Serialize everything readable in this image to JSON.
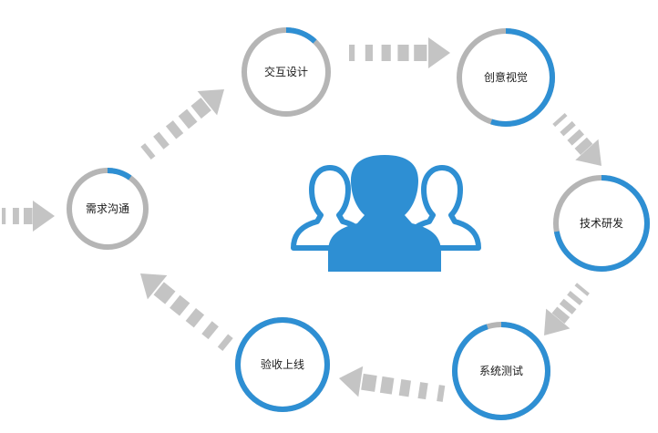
{
  "stages": [
    {
      "id": "demand",
      "label": "需求沟通",
      "progress": 0.1
    },
    {
      "id": "interaction",
      "label": "交互设计",
      "progress": 0.12
    },
    {
      "id": "visual",
      "label": "创意视觉",
      "progress": 0.55
    },
    {
      "id": "rd",
      "label": "技术研发",
      "progress": 0.72
    },
    {
      "id": "test",
      "label": "系统测试",
      "progress": 0.95
    },
    {
      "id": "launch",
      "label": "验收上线",
      "progress": 1.0
    }
  ],
  "colors": {
    "accent": "#2E8FD3",
    "track": "#B5B5B5",
    "arrow": "#C4C4C4",
    "people": "#2E8FD3"
  }
}
